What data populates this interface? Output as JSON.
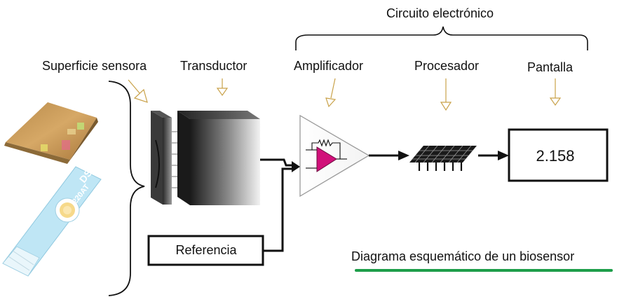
{
  "labels": {
    "circuit": "Circuito electrónico",
    "sensing_surface": "Superficie sensora",
    "transducer": "Transductor",
    "amplifier": "Amplificador",
    "processor": "Procesador",
    "display": "Pantalla",
    "reference": "Referencia",
    "caption": "Diagrama esquemático de un biosensor"
  },
  "display_value": "2.158",
  "strip_brand": "DS",
  "strip_model": "220AT",
  "colors": {
    "arrow_outline": "#c9a24a",
    "amplifier_fill": "#d1117a",
    "caption_underline": "#1e9e4a",
    "chip": "#c9a25a",
    "strip": "#bfe6f5"
  }
}
